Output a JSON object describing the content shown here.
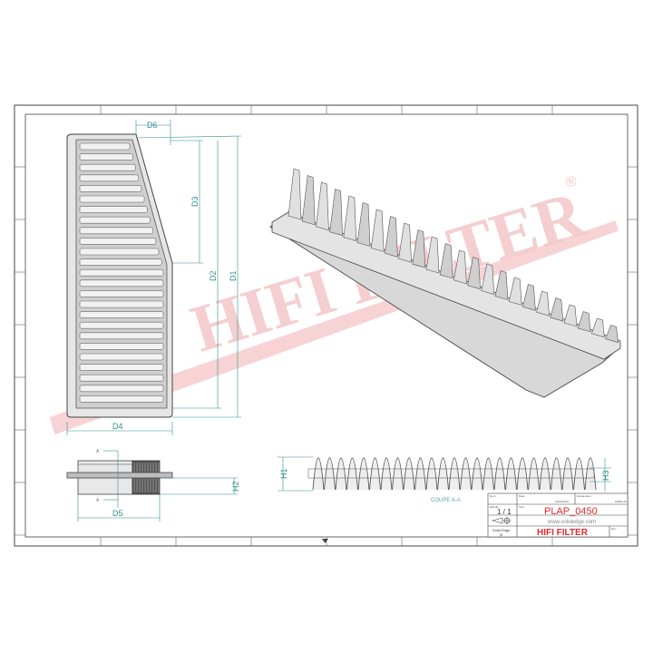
{
  "drawing": {
    "part_number": "PLAP_0450",
    "brand": "HIFI FILTER",
    "watermark": "HIFI FILTER",
    "website": "www.solidedge.com",
    "scale": "1 / 1",
    "software": "Solid Edge",
    "software_sub": "jS",
    "section_label": "COUPE A-A",
    "section_marker": "A",
    "date_label": "Date :",
    "date_value": "23/02/2016",
    "designer_label": "Dessinateur :",
    "designer_value": "HIDEA.M",
    "name_label": "Nom :",
    "scale_label": "Echelle :",
    "title_label": "Titre :",
    "rev_label": "Rev :"
  },
  "dimensions": {
    "d1": "D1",
    "d2": "D2",
    "d3": "D3",
    "d4": "D4",
    "d5": "D5",
    "d6": "D6",
    "h1": "H1",
    "h2": "H2",
    "h3": "H3"
  },
  "colors": {
    "dimension": "#2f8f8a",
    "brand_red": "#e0282e",
    "watermark": "#f4c9cc",
    "part_fill": "#d9d9d9"
  }
}
